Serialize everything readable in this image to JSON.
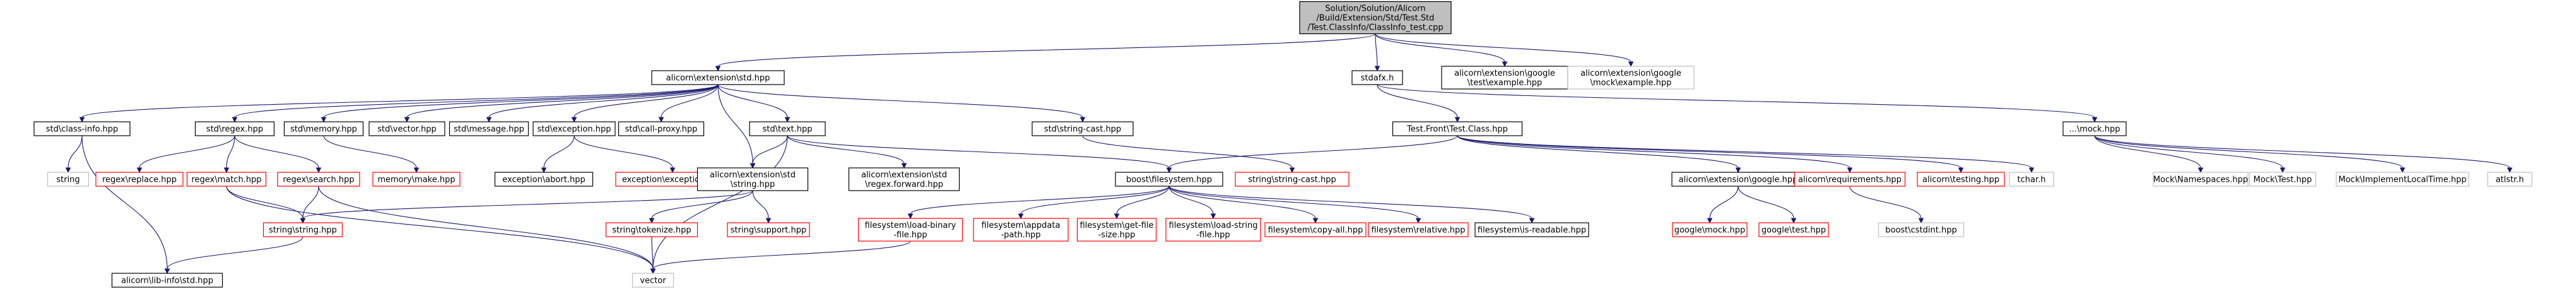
{
  "diagram": {
    "colors": {
      "edge": "#191970",
      "root_fill": "#bfbfbf",
      "node_border": "#000000",
      "missing_border": "#ff0000",
      "external_border": "#bfbfbf",
      "text": "#000000"
    },
    "nodes": [
      {
        "id": "root",
        "kind": "root",
        "lines": [
          "Solution/Solution/Alicorn",
          "/Build/Extension/Std/Test.Std",
          "/Test.ClassInfo/ClassInfo_test.cpp"
        ]
      },
      {
        "id": "ext_std",
        "kind": "normal",
        "lines": [
          "alicorn\\extension\\std.hpp"
        ]
      },
      {
        "id": "stdafx",
        "kind": "normal",
        "lines": [
          "stdafx.h"
        ]
      },
      {
        "id": "gtest_ex",
        "kind": "normal",
        "lines": [
          "alicorn\\extension\\google",
          "\\test\\example.hpp"
        ]
      },
      {
        "id": "gmock_ex",
        "kind": "external",
        "lines": [
          "alicorn\\extension\\google",
          "\\mock\\example.hpp"
        ]
      },
      {
        "id": "class_info",
        "kind": "normal",
        "lines": [
          "std\\class-info.hpp"
        ]
      },
      {
        "id": "regex",
        "kind": "normal",
        "lines": [
          "std\\regex.hpp"
        ]
      },
      {
        "id": "memory",
        "kind": "normal",
        "lines": [
          "std\\memory.hpp"
        ]
      },
      {
        "id": "vector_h",
        "kind": "normal",
        "lines": [
          "std\\vector.hpp"
        ]
      },
      {
        "id": "message",
        "kind": "normal",
        "lines": [
          "std\\message.hpp"
        ]
      },
      {
        "id": "exception",
        "kind": "normal",
        "lines": [
          "std\\exception.hpp"
        ]
      },
      {
        "id": "callproxy",
        "kind": "normal",
        "lines": [
          "std\\call-proxy.hpp"
        ]
      },
      {
        "id": "text",
        "kind": "normal",
        "lines": [
          "std\\text.hpp"
        ]
      },
      {
        "id": "strcast",
        "kind": "normal",
        "lines": [
          "std\\string-cast.hpp"
        ]
      },
      {
        "id": "testfront",
        "kind": "normal",
        "lines": [
          "Test.Front\\Test.Class.hpp"
        ]
      },
      {
        "id": "mock",
        "kind": "normal",
        "lines": [
          "...\\mock.hpp"
        ]
      },
      {
        "id": "string_std",
        "kind": "external",
        "lines": [
          "string"
        ]
      },
      {
        "id": "replace",
        "kind": "missing",
        "lines": [
          "regex\\replace.hpp"
        ]
      },
      {
        "id": "match",
        "kind": "missing",
        "lines": [
          "regex\\match.hpp"
        ]
      },
      {
        "id": "search",
        "kind": "missing",
        "lines": [
          "regex\\search.hpp"
        ]
      },
      {
        "id": "memmake",
        "kind": "missing",
        "lines": [
          "memory\\make.hpp"
        ]
      },
      {
        "id": "excabort",
        "kind": "normal",
        "lines": [
          "exception\\abort.hpp"
        ]
      },
      {
        "id": "excexc",
        "kind": "missing",
        "lines": [
          "exception\\exception.hpp"
        ]
      },
      {
        "id": "extstring",
        "kind": "normal",
        "lines": [
          "alicorn\\extension\\std",
          "\\string.hpp"
        ]
      },
      {
        "id": "regexfwd",
        "kind": "normal",
        "lines": [
          "alicorn\\extension\\std",
          "\\regex.forward.hpp"
        ]
      },
      {
        "id": "boostfs",
        "kind": "normal",
        "lines": [
          "boost\\filesystem.hpp"
        ]
      },
      {
        "id": "strcastimpl",
        "kind": "missing",
        "lines": [
          "string\\string-cast.hpp"
        ]
      },
      {
        "id": "googlehpp",
        "kind": "normal",
        "lines": [
          "alicorn\\extension\\google.hpp"
        ]
      },
      {
        "id": "requirements",
        "kind": "missing",
        "lines": [
          "alicorn\\requirements.hpp"
        ]
      },
      {
        "id": "testing",
        "kind": "missing",
        "lines": [
          "alicorn\\testing.hpp"
        ]
      },
      {
        "id": "tchar",
        "kind": "external",
        "lines": [
          "tchar.h"
        ]
      },
      {
        "id": "mnamespaces",
        "kind": "external",
        "lines": [
          "Mock\\Namespaces.hpp"
        ]
      },
      {
        "id": "mtest",
        "kind": "external",
        "lines": [
          "Mock\\Test.hpp"
        ]
      },
      {
        "id": "mimpl",
        "kind": "external",
        "lines": [
          "Mock\\ImplementLocalTime.hpp"
        ]
      },
      {
        "id": "atlstr",
        "kind": "external",
        "lines": [
          "atlstr.h"
        ]
      },
      {
        "id": "tokenize",
        "kind": "missing",
        "lines": [
          "string\\tokenize.hpp"
        ]
      },
      {
        "id": "support",
        "kind": "missing",
        "lines": [
          "string\\support.hpp"
        ]
      },
      {
        "id": "strstring",
        "kind": "missing",
        "lines": [
          "string\\string.hpp"
        ]
      },
      {
        "id": "fsloadbin",
        "kind": "missing",
        "lines": [
          "filesystem\\load-binary",
          "-file.hpp"
        ]
      },
      {
        "id": "fsappdata",
        "kind": "missing",
        "lines": [
          "filesystem\\appdata",
          "-path.hpp"
        ]
      },
      {
        "id": "fsgetsize",
        "kind": "missing",
        "lines": [
          "filesystem\\get-file",
          "-size.hpp"
        ]
      },
      {
        "id": "fsloadstr",
        "kind": "missing",
        "lines": [
          "filesystem\\load-string",
          "-file.hpp"
        ]
      },
      {
        "id": "fscopy",
        "kind": "missing",
        "lines": [
          "filesystem\\copy-all.hpp"
        ]
      },
      {
        "id": "fsrel",
        "kind": "missing",
        "lines": [
          "filesystem\\relative.hpp"
        ]
      },
      {
        "id": "fsisread",
        "kind": "normal",
        "lines": [
          "filesystem\\is-readable.hpp"
        ]
      },
      {
        "id": "gmock",
        "kind": "missing",
        "lines": [
          "google\\mock.hpp"
        ]
      },
      {
        "id": "gtest",
        "kind": "missing",
        "lines": [
          "google\\test.hpp"
        ]
      },
      {
        "id": "cstdint",
        "kind": "external",
        "lines": [
          "boost\\cstdint.hpp"
        ]
      },
      {
        "id": "libinfo",
        "kind": "normal",
        "lines": [
          "alicorn\\lib-info\\std.hpp"
        ]
      },
      {
        "id": "vector_std",
        "kind": "external",
        "lines": [
          "vector"
        ]
      }
    ],
    "edges": [
      [
        "root",
        "ext_std"
      ],
      [
        "root",
        "stdafx"
      ],
      [
        "root",
        "gtest_ex"
      ],
      [
        "root",
        "gmock_ex"
      ],
      [
        "ext_std",
        "class_info"
      ],
      [
        "ext_std",
        "regex"
      ],
      [
        "ext_std",
        "memory"
      ],
      [
        "ext_std",
        "vector_h"
      ],
      [
        "ext_std",
        "message"
      ],
      [
        "ext_std",
        "exception"
      ],
      [
        "ext_std",
        "callproxy"
      ],
      [
        "ext_std",
        "text"
      ],
      [
        "ext_std",
        "strcast"
      ],
      [
        "ext_std",
        "extstring"
      ],
      [
        "class_info",
        "string_std"
      ],
      [
        "class_info",
        "libinfo"
      ],
      [
        "regex",
        "replace"
      ],
      [
        "regex",
        "match"
      ],
      [
        "regex",
        "search"
      ],
      [
        "match",
        "strstring"
      ],
      [
        "match",
        "vector_std"
      ],
      [
        "search",
        "strstring"
      ],
      [
        "search",
        "vector_std"
      ],
      [
        "memory",
        "memmake"
      ],
      [
        "exception",
        "excabort"
      ],
      [
        "exception",
        "excexc"
      ],
      [
        "text",
        "extstring"
      ],
      [
        "text",
        "regexfwd"
      ],
      [
        "text",
        "boostfs"
      ],
      [
        "text",
        "vector_std"
      ],
      [
        "strcast",
        "strcastimpl"
      ],
      [
        "extstring",
        "strstring"
      ],
      [
        "extstring",
        "tokenize"
      ],
      [
        "extstring",
        "support"
      ],
      [
        "tokenize",
        "vector_std"
      ],
      [
        "strstring",
        "libinfo"
      ],
      [
        "stdafx",
        "testfront"
      ],
      [
        "stdafx",
        "mock"
      ],
      [
        "testfront",
        "boostfs"
      ],
      [
        "testfront",
        "googlehpp"
      ],
      [
        "testfront",
        "requirements"
      ],
      [
        "testfront",
        "testing"
      ],
      [
        "testfront",
        "tchar"
      ],
      [
        "mock",
        "mnamespaces"
      ],
      [
        "mock",
        "mtest"
      ],
      [
        "mock",
        "mimpl"
      ],
      [
        "mock",
        "atlstr"
      ],
      [
        "boostfs",
        "fsloadbin"
      ],
      [
        "boostfs",
        "fsappdata"
      ],
      [
        "boostfs",
        "fsgetsize"
      ],
      [
        "boostfs",
        "fsloadstr"
      ],
      [
        "boostfs",
        "fscopy"
      ],
      [
        "boostfs",
        "fsrel"
      ],
      [
        "boostfs",
        "fsisread"
      ],
      [
        "fsloadbin",
        "vector_std"
      ],
      [
        "googlehpp",
        "gmock"
      ],
      [
        "googlehpp",
        "gtest"
      ],
      [
        "requirements",
        "cstdint"
      ]
    ]
  }
}
